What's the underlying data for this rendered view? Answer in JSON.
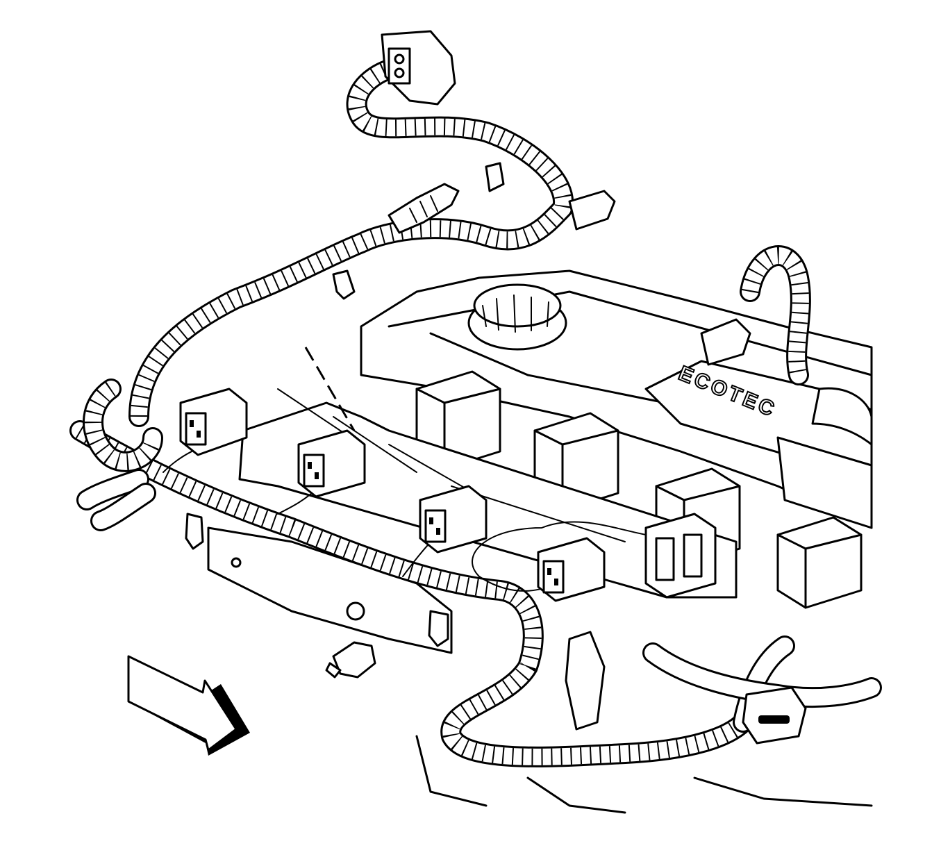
{
  "figure": {
    "logo_text": "ECOTEC",
    "components": {
      "engine_harness": "engine-wiring-harness",
      "ignition_coils": [
        "ignition-coil-1",
        "ignition-coil-2",
        "ignition-coil-3",
        "ignition-coil-4"
      ],
      "coil_connectors": [
        "coil-connector-1",
        "coil-connector-2",
        "coil-connector-3",
        "coil-connector-4"
      ],
      "intake_manifold": "intake-manifold",
      "oil_fill_cap": "oil-fill-cap",
      "direction_arrow": "arrow-icon"
    }
  }
}
